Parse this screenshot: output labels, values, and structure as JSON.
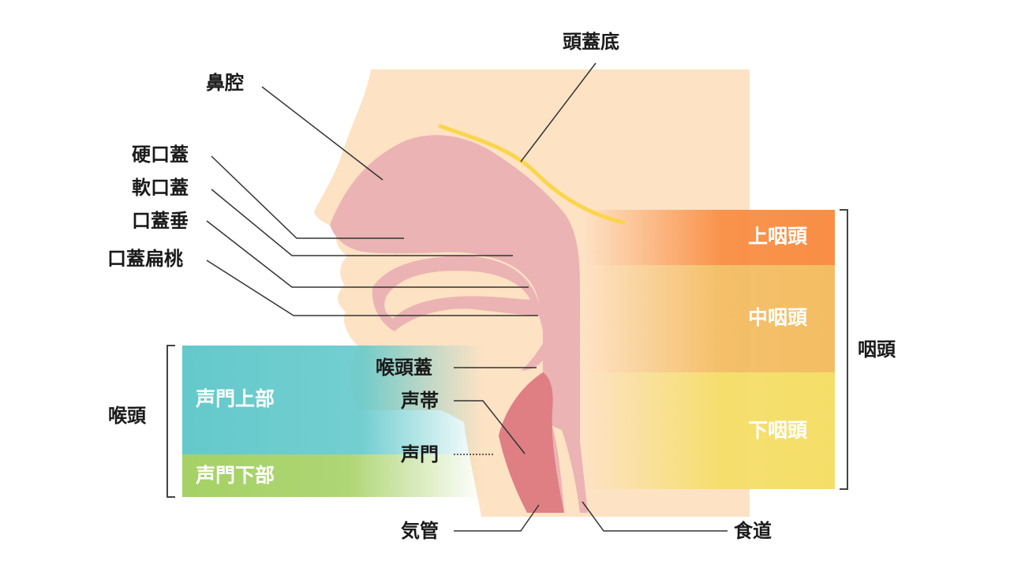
{
  "labels": {
    "nasal_cavity": "鼻腔",
    "skull_base": "頭蓋底",
    "hard_palate": "硬口蓋",
    "soft_palate": "軟口蓋",
    "uvula": "口蓋垂",
    "palatine_tonsil": "口蓋扁桃",
    "epiglottis": "喉頭蓋",
    "vocal_cord": "声帯",
    "glottis": "声門",
    "trachea": "気管",
    "esophagus": "食道"
  },
  "regions": {
    "pharynx": "咽頭",
    "larynx": "喉頭",
    "epipharynx": "上咽頭",
    "mesopharynx": "中咽頭",
    "hypopharynx": "下咽頭",
    "supraglottis": "声門上部",
    "subglottis": "声門下部"
  },
  "colors": {
    "skin": "#fde2c4",
    "tissue": "#ebb3b3",
    "larynx_tissue": "#df7f83",
    "skull_base_line": "#fbd54a",
    "epipharynx": "#f98e44",
    "mesopharynx": "#f4bd63",
    "hypopharynx": "#f5de68",
    "supraglottis": "#64c9cb",
    "subglottis": "#a5d165",
    "leader_line": "#333333"
  }
}
